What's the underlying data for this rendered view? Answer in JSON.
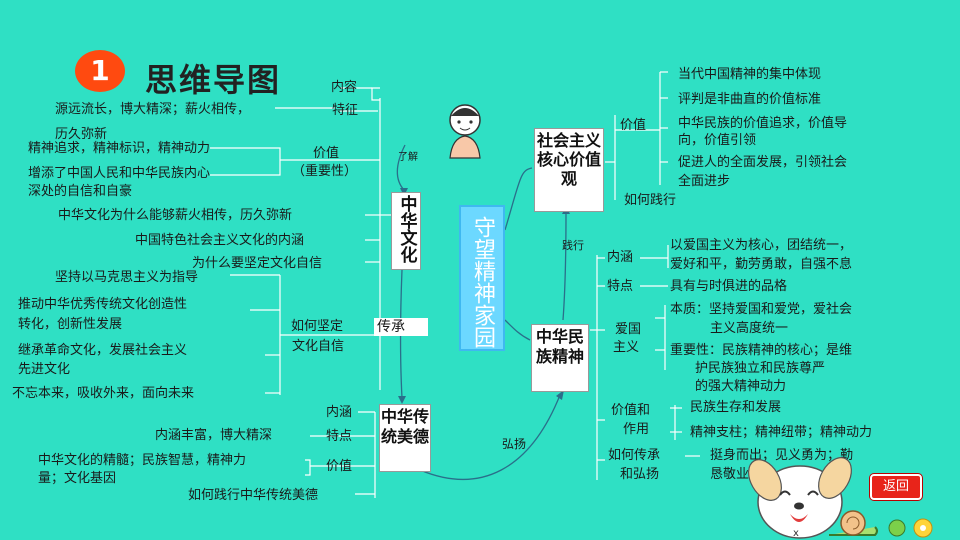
{
  "header": {
    "badge": "1",
    "title": "思维导图"
  },
  "center": "守望精神家园",
  "nodes": {
    "culture": "中华文化",
    "virtue": "中华传统美德",
    "core": "社会主义核心价值观",
    "spirit": "中华民族精神"
  },
  "connectors": {
    "understand": "了解",
    "inherit": "传承",
    "practice": "践行",
    "promote": "弘扬"
  },
  "culture_branch": {
    "content": "内容",
    "feature": "特征",
    "feature_text_1": "源远流长，博大精深；薪火相传，",
    "feature_text_2": "历久弥新",
    "value": "价值",
    "value_sub": "（重要性）",
    "value_text_1": "精神追求，精神标识，精神动力",
    "value_text_2": "增添了中国人民和中华民族内心",
    "value_text_3": "深处的自信和自豪",
    "why": "中华文化为什么能够薪火相传，历久弥新",
    "connotation": "中国特色社会主义文化的内涵",
    "why_confidence": "为什么要坚定文化自信",
    "how": "如何坚定",
    "how_sub": "文化自信",
    "how_1": "坚持以马克思主义为指导",
    "how_2a": "推动中华优秀传统文化创造性",
    "how_2b": "转化，创新性发展",
    "how_3a": "继承革命文化，发展社会主义",
    "how_3b": "先进文化",
    "how_4": "不忘本来，吸收外来，面向未来"
  },
  "virtue_branch": {
    "content": "内涵",
    "feature": "特点",
    "feature_text": "内涵丰富，博大精深",
    "value": "价值",
    "value_text_1": "中华文化的精髓；民族智慧，精神力",
    "value_text_2": "量；文化基因",
    "practice": "如何践行中华传统美德"
  },
  "core_branch": {
    "value": "价值",
    "v1": "当代中国精神的集中体现",
    "v2": "评判是非曲直的价值标准",
    "v3a": "中华民族的价值追求，价值导",
    "v3b": "向，价值引领",
    "v4a": "促进人的全面发展，引领社会",
    "v4b": "全面进步",
    "practice": "如何践行"
  },
  "spirit_branch": {
    "content": "内涵",
    "content_text_1": "以爱国主义为核心，团结统一，",
    "content_text_2": "爱好和平，勤劳勇敢，自强不息",
    "feature": "特点",
    "feature_text": "具有与时俱进的品格",
    "patriot_1": "爱国",
    "patriot_2": "主义",
    "essence_1": "本质：坚持爱国和爱党，爱社会",
    "essence_2": "主义高度统一",
    "importance_1": "重要性：民族精神的核心；是维",
    "importance_2": "护民族独立和民族尊严",
    "importance_3": "的强大精神动力",
    "role_1": "价值和",
    "role_2": "作用",
    "role_text_1": "民族生存和发展",
    "role_text_2": "精神支柱；精神纽带；精神动力",
    "how_1": "如何传承",
    "how_2": "和弘扬",
    "how_text_1": "挺身而出；见义勇为；勤",
    "how_text_2": "恳敬业"
  },
  "back_button": "返回"
}
